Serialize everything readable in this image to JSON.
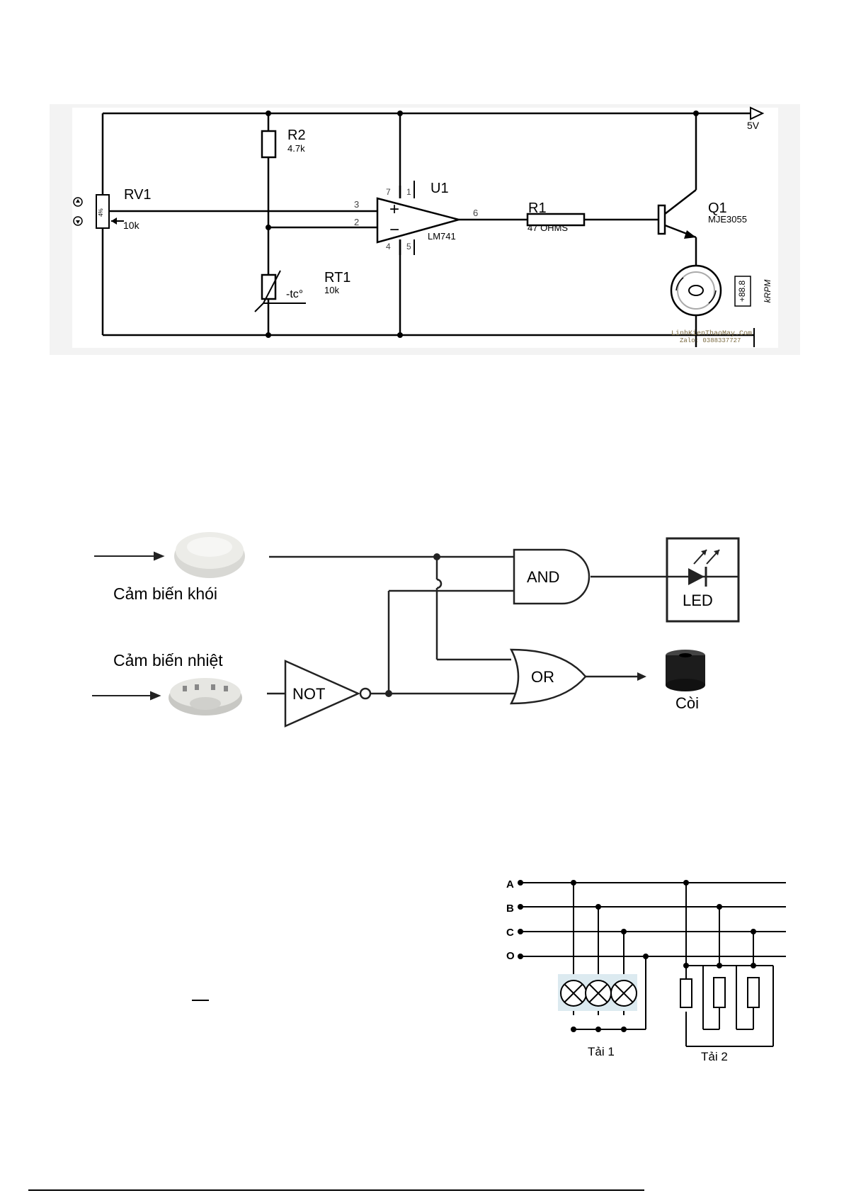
{
  "circuit1": {
    "rv1": {
      "name": "RV1",
      "value": "10k",
      "body_text": "4%"
    },
    "r2": {
      "name": "R2",
      "value": "4.7k"
    },
    "rt1": {
      "name": "RT1",
      "value": "10k",
      "tc": "-tc°"
    },
    "u1": {
      "name": "U1",
      "part": "LM741",
      "pin3": "3",
      "pin2": "2",
      "pin6": "6",
      "pin7": "7",
      "pin1": "1",
      "pin4": "4",
      "pin5": "5",
      "plus": "+",
      "minus": "−"
    },
    "r1": {
      "name": "R1",
      "value": "47 OHMS"
    },
    "q1": {
      "name": "Q1",
      "part": "MJE3055"
    },
    "supply": "5V",
    "motor": {
      "display": "+88.8",
      "unit": "kRPM"
    },
    "watermark": [
      "LinhKienThaoMay.Com",
      "Zalo: 0388337727"
    ]
  },
  "circuit2": {
    "smoke_sensor_label": "Cảm biến khói",
    "heat_sensor_label": "Cảm biến nhiệt",
    "not_gate": "NOT",
    "and_gate": "AND",
    "or_gate": "OR",
    "led_label": "LED",
    "buzzer_label": "Còi"
  },
  "circuit3": {
    "lines": [
      "A",
      "B",
      "C",
      "O"
    ],
    "load1_label": "Tải 1",
    "load2_label": "Tải 2"
  }
}
